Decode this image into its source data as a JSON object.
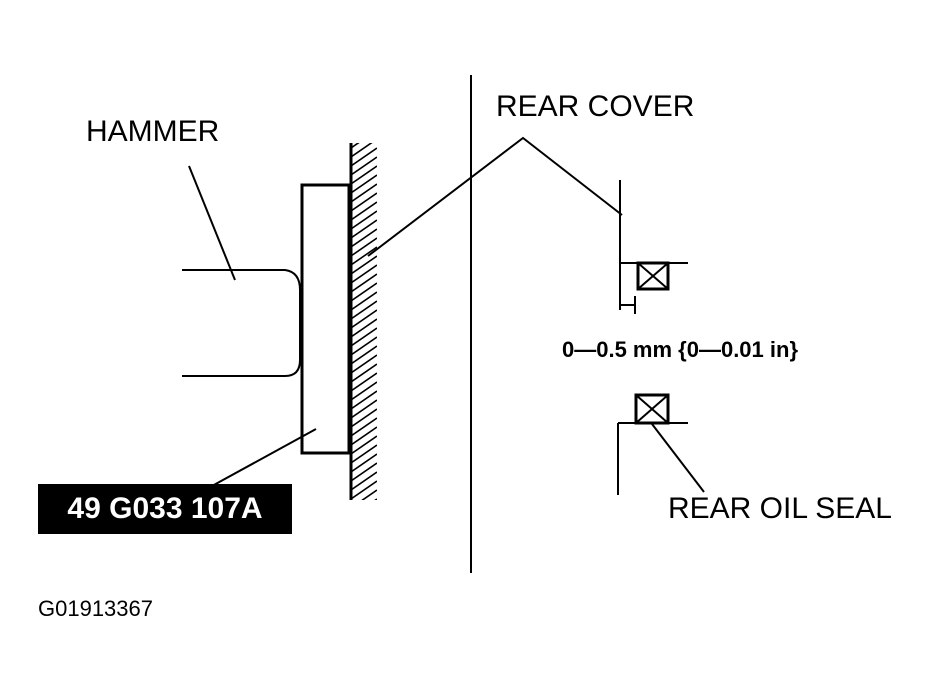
{
  "labels": {
    "hammer": "HAMMER",
    "rear_cover": "REAR COVER",
    "dimension": "0—0.5 mm {0—0.01 in}",
    "rear_oil_seal": "REAR OIL SEAL",
    "tool_number": "49 G033 107A",
    "figure_id": "G01913367"
  },
  "colors": {
    "ink": "#000000",
    "background": "#ffffff"
  }
}
